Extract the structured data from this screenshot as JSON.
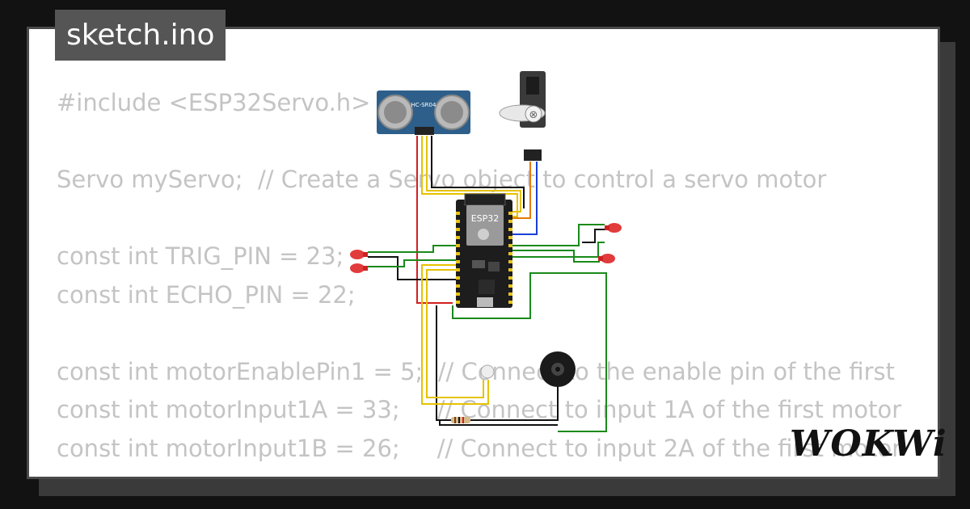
{
  "tab": {
    "title": "sketch.ino"
  },
  "code_lines": [
    "#include <ESP32Servo.h>",
    "",
    "Servo myServo;  // Create a Servo object to control a servo motor",
    "",
    "const int TRIG_PIN = 23;",
    "const int ECHO_PIN = 22;",
    "",
    "const int motorEnablePin1 = 5;  // Connect to the enable pin of the first",
    "const int motorInput1A = 33;     // Connect to input 1A of the first motor",
    "const int motorInput1B = 26;     // Connect to input 2A of the first motor"
  ],
  "parts": {
    "ultrasonic_label": "HC-SR04",
    "mcu_label": "ESP32"
  },
  "brand": {
    "logo": "WOKWi"
  },
  "colors": {
    "background": "#121212",
    "card": "#ffffff",
    "code_text": "#c4c4c4",
    "tab_bg": "#555555",
    "wire_red": "#d22020",
    "wire_black": "#111111",
    "wire_green": "#1a8a1a",
    "wire_yellow": "#e6c200",
    "wire_blue": "#1a3fd6"
  }
}
